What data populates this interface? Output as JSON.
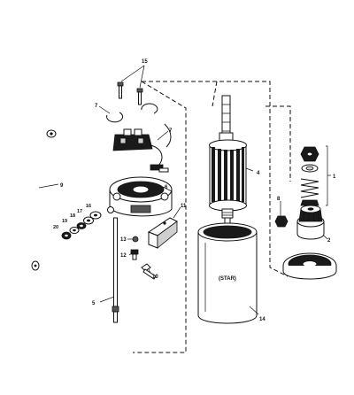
{
  "callouts": [
    {
      "id": "c1",
      "text": "1"
    },
    {
      "id": "c2",
      "text": "2"
    },
    {
      "id": "c4",
      "text": "4"
    },
    {
      "id": "c5",
      "text": "5"
    },
    {
      "id": "c6",
      "text": "6"
    },
    {
      "id": "c7a",
      "text": "7"
    },
    {
      "id": "c7b",
      "text": "7"
    },
    {
      "id": "c8",
      "text": "8"
    },
    {
      "id": "c9",
      "text": "9"
    },
    {
      "id": "c10",
      "text": "10"
    },
    {
      "id": "c11",
      "text": "11"
    },
    {
      "id": "c12",
      "text": "12"
    },
    {
      "id": "c13",
      "text": "13"
    },
    {
      "id": "c14",
      "text": "14"
    },
    {
      "id": "c15",
      "text": "15"
    },
    {
      "id": "c16",
      "text": "16"
    },
    {
      "id": "c17",
      "text": "17"
    },
    {
      "id": "c18",
      "text": "18"
    },
    {
      "id": "c19",
      "text": "19"
    },
    {
      "id": "c20",
      "text": "20"
    }
  ],
  "housing_label": "(STAR)"
}
